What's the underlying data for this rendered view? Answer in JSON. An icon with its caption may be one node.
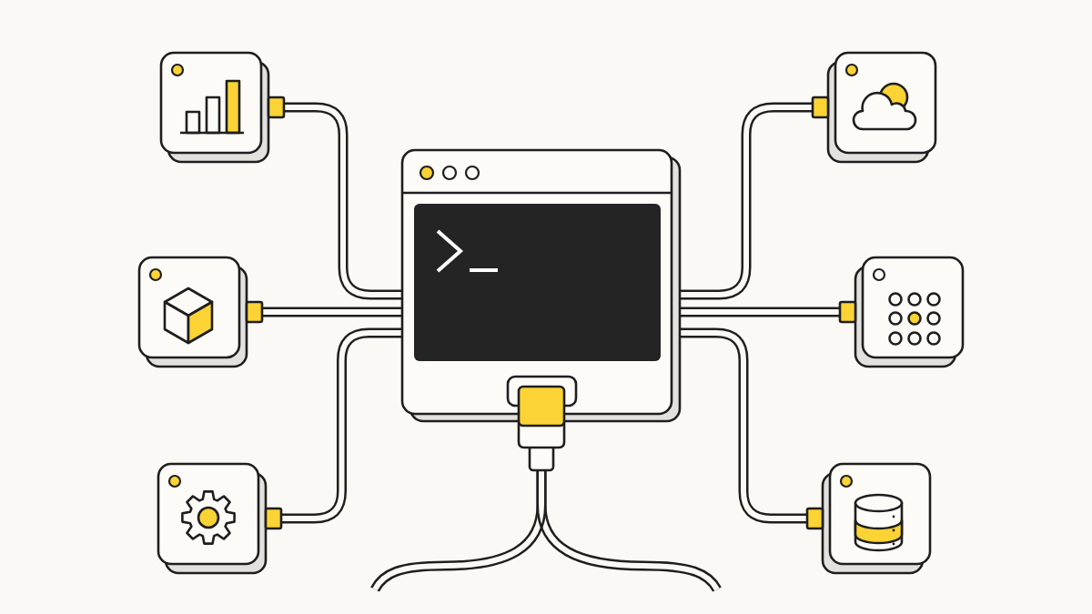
{
  "diagram": {
    "nodes": [
      {
        "text": [],
        "shape": "box"
      },
      {
        "text": [],
        "shape": "box"
      },
      {
        "text": [],
        "shape": "box"
      },
      {
        "text": [],
        "shape": "box"
      },
      {
        "text": [],
        "shape": "box"
      },
      {
        "text": [],
        "shape": "box"
      },
      {
        "text": [],
        "shape": "box"
      }
    ],
    "edges": [
      {
        "from": 0,
        "to": 2,
        "arrow": "none"
      },
      {
        "from": 1,
        "to": 2,
        "arrow": "none"
      },
      {
        "from": 3,
        "to": 2,
        "arrow": "none"
      },
      {
        "from": 4,
        "to": 2,
        "arrow": "none"
      },
      {
        "from": 5,
        "to": 2,
        "arrow": "none"
      },
      {
        "from": 6,
        "to": 2,
        "arrow": "none"
      },
      {
        "from": 2,
        "to": null,
        "arrow": "none"
      },
      {
        "from": 2,
        "to": null,
        "arrow": "none"
      }
    ]
  }
}
